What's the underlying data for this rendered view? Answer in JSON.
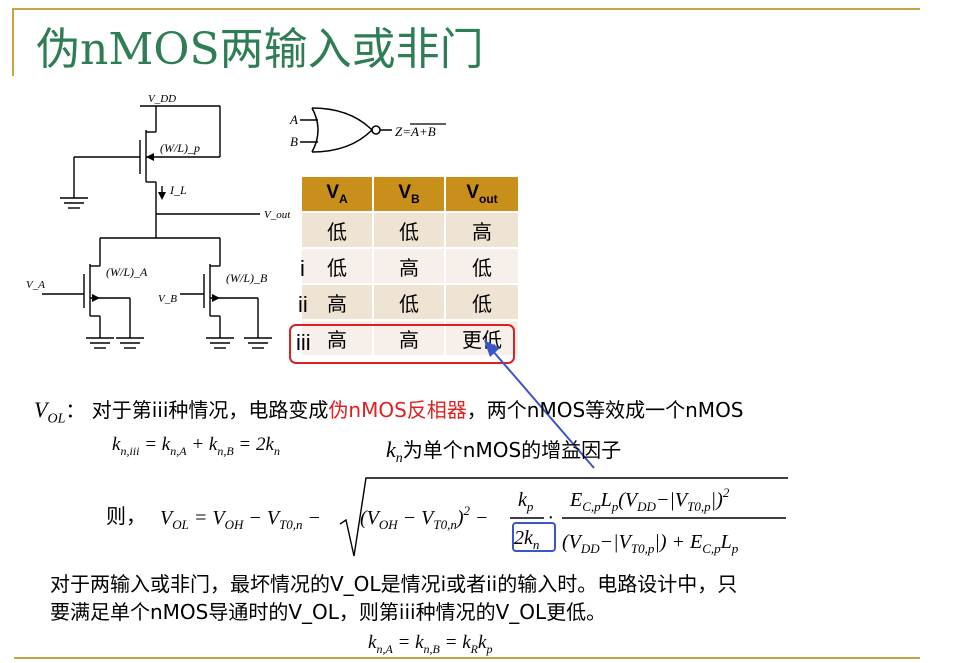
{
  "title": "伪nMOS两输入或非门",
  "circuit": {
    "vdd": "V_DD",
    "wl_p": "(W/L)_p",
    "il": "I_L",
    "vout": "V_out",
    "wl_a": "(W/L)_A",
    "wl_b": "(W/L)_B",
    "va": "V_A",
    "vb": "V_B"
  },
  "gate": {
    "in_a": "A",
    "in_b": "B",
    "out": "Z=A+B"
  },
  "truth_table": {
    "headers": [
      "V_A",
      "V_B",
      "V_out"
    ],
    "rows": [
      {
        "label": "",
        "cells": [
          "低",
          "低",
          "高"
        ]
      },
      {
        "label": "i",
        "cells": [
          "低",
          "高",
          "低"
        ]
      },
      {
        "label": "ii",
        "cells": [
          "高",
          "低",
          "低"
        ]
      },
      {
        "label": "iii",
        "cells": [
          "高",
          "高",
          "更低"
        ]
      }
    ]
  },
  "vol_line": {
    "label": "V_OL：",
    "text1": "对于第iii种情况，电路变成",
    "highlight": "伪nMOS反相器",
    "text2": "，两个nMOS等效成一个nMOS"
  },
  "k_eq": "k_n,iii = k_n,A + k_n,B = 2k_n",
  "kn_note": {
    "sym": "k",
    "sub": "n",
    "text": "为单个nMOS的增益因子"
  },
  "then_label": "则，",
  "conclusion": {
    "line1": "对于两输入或非门，最坏情况的V_OL是情况i或者ii的输入时。电路设计中，只",
    "line2": "要满足单个nMOS导通时的V_OL，则第iii种情况的V_OL更低。"
  },
  "final_eq": "k_n,A = k_n,B = k_R k_p",
  "colors": {
    "title": "#2e7d55",
    "rule": "#c8a544",
    "header": "#c8901a",
    "highlight": "#e02020",
    "arrow": "#3a55c8"
  }
}
